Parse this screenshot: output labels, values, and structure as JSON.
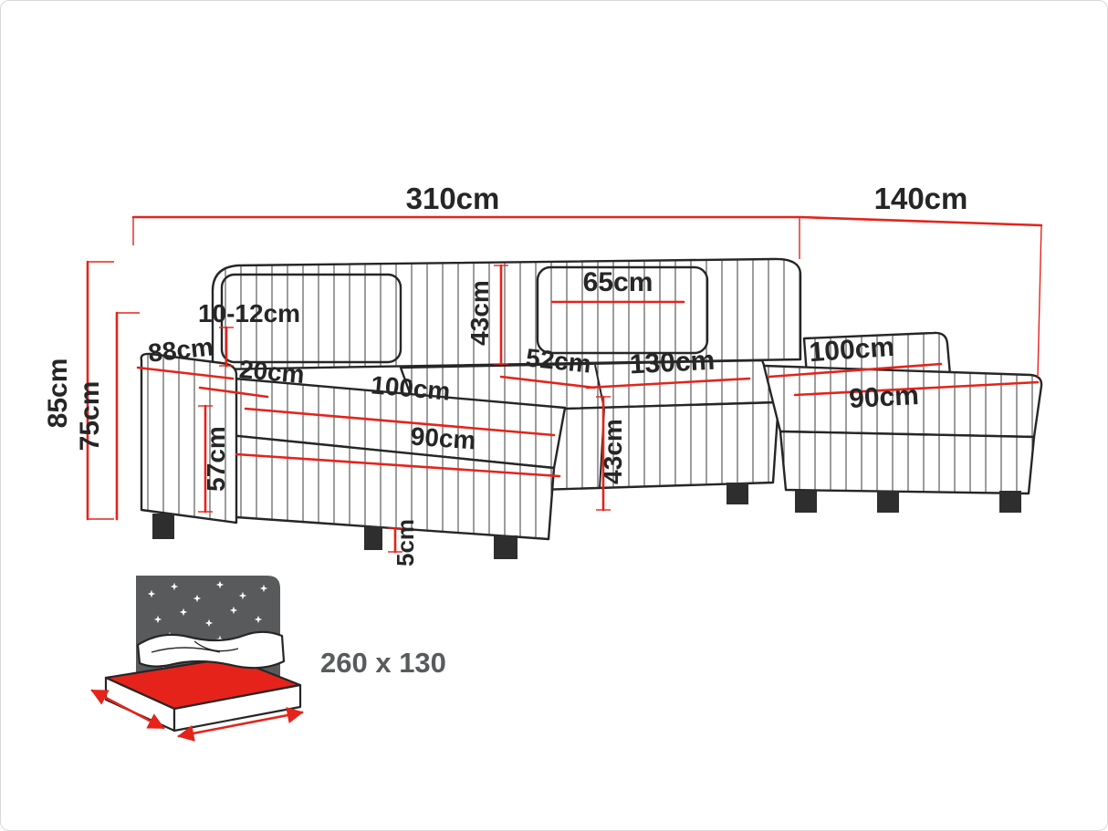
{
  "colors": {
    "dimension_red": "#e5231b",
    "outline_ink": "#262626",
    "headboard_gray": "#595a5c"
  },
  "labels": {
    "total_width": "310cm",
    "side_depth": "140cm",
    "total_height": "85cm",
    "backrest_height_floor": "75cm",
    "armrest_depth": "88cm",
    "cushion_thickness": "10-12cm",
    "armrest_width": "20cm",
    "left_chaise_width": "100cm",
    "left_chaise_depth": "90cm",
    "seat_height": "57cm",
    "backrest_height": "43cm",
    "seat_width_small": "52cm",
    "back_cushion_width": "65cm",
    "center_seat_width": "130cm",
    "seat_depth": "43cm",
    "right_chaise_width": "100cm",
    "right_chaise_depth": "90cm",
    "leg_height": "5cm",
    "sleeping_area": "260 x 130"
  }
}
